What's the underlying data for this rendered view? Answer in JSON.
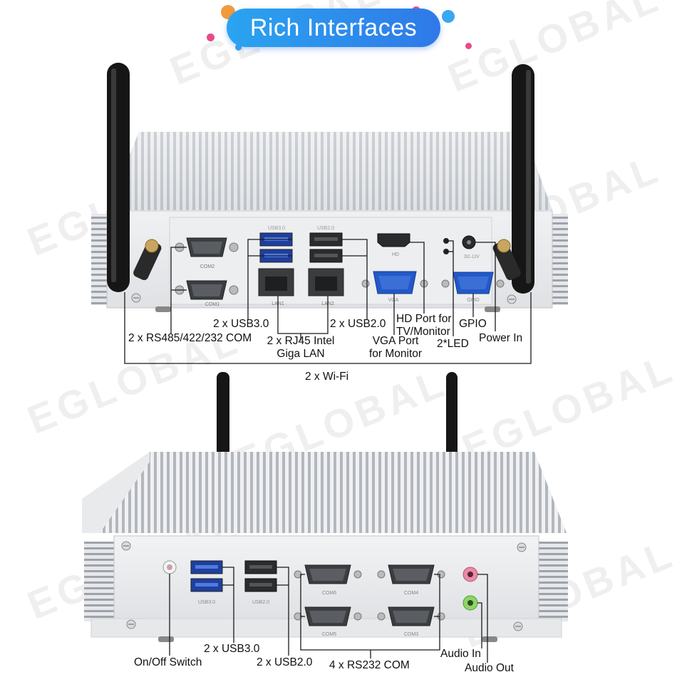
{
  "banner": {
    "title": "Rich Interfaces"
  },
  "watermark": "EGLOBAL",
  "top_device": {
    "port_silkscreen": {
      "com2": "COM2",
      "com1": "COM1",
      "usb30": "USB3.0",
      "usb20": "USB2.0",
      "lan1": "LAN1",
      "lan2": "LAN2",
      "hd": "HD",
      "vga": "VGA",
      "dc": "DC-12V",
      "gpio": "GPIO"
    },
    "labels": {
      "usb30": "2 x USB3.0",
      "com": "2 x RS485/422/232 COM",
      "rj45_line1": "2 x RJ45 Intel",
      "rj45_line2": "Giga LAN",
      "usb20": "2 x USB2.0",
      "vga_line1": "VGA Port",
      "vga_line2": "for Monitor",
      "hd_line1": "HD Port for",
      "hd_line2": "TV/Monitor",
      "led": "2*LED",
      "gpio": "GPIO",
      "power": "Power In",
      "wifi": "2 x Wi-Fi"
    }
  },
  "bottom_device": {
    "port_silkscreen": {
      "usb30": "USB3.0",
      "usb20": "USB2.0",
      "com6": "COM6",
      "com4": "COM4",
      "com5": "COM5",
      "com3": "COM3"
    },
    "labels": {
      "switch": "On/Off Switch",
      "usb30": "2 x USB3.0",
      "usb20": "2 x USB2.0",
      "com": "4 x RS232 COM",
      "audio_in": "Audio In",
      "audio_out": "Audio Out"
    }
  },
  "colors": {
    "banner_start": "#2aa4f0",
    "banner_end": "#2f79e8",
    "chassis": "#e8e9eb",
    "port_blue": "#2258c8",
    "accent_pink": "#e84a8a",
    "accent_orange": "#f39a3c"
  }
}
